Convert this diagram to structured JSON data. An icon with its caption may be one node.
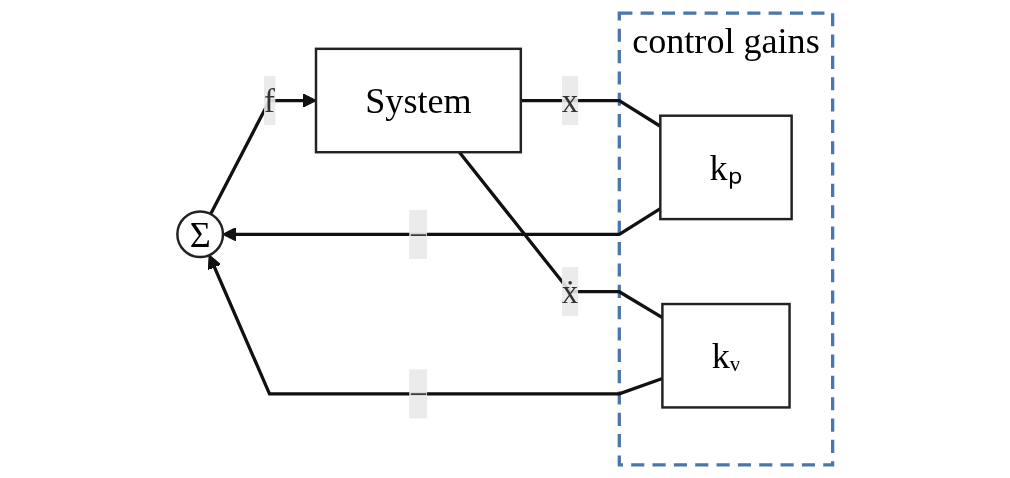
{
  "diagram": {
    "nodes": [
      {
        "text": [
          "Σ"
        ]
      },
      {
        "text": [
          "control gains"
        ]
      },
      {
        "text": [
          "kₚ"
        ],
        "in": 1
      },
      {
        "text": [
          "kᵥ"
        ],
        "in": 1
      },
      {
        "text": [
          "System"
        ]
      }
    ],
    "edges": [
      {
        "from": 0,
        "to": 4,
        "arrow": "to",
        "label": "f"
      },
      {
        "from": 4,
        "to": 2,
        "arrow": "none",
        "label": "x"
      },
      {
        "from": 4,
        "to": 3,
        "arrow": "none",
        "label": "ẋ"
      },
      {
        "from": 2,
        "to": 0,
        "arrow": "to",
        "label": "−"
      },
      {
        "from": 3,
        "to": 0,
        "arrow": "to",
        "label": "−"
      }
    ]
  }
}
